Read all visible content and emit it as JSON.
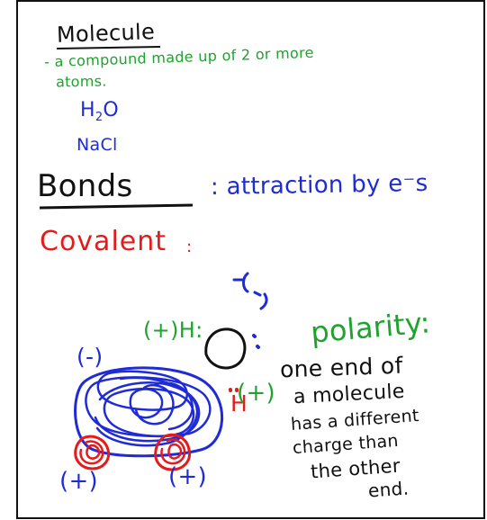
{
  "title": "Molecule",
  "definition": {
    "line1": "- a compound made up of 2 or more",
    "line2": "atoms."
  },
  "examples": {
    "water": "H₂O",
    "salt": "NaCl"
  },
  "bonds": {
    "heading": "Bonds",
    "definition": ": attraction by e⁻s"
  },
  "covalent": {
    "label": "Covalent",
    "colon": ":"
  },
  "diagram": {
    "partial_positive_h": "(+)H:",
    "oxygen_charge": "(-)",
    "cloud_charge": "(-)",
    "hydrogen": "H",
    "hydrogen_charge": "(+)",
    "left_charge": "(+)",
    "right_charge": "(+)"
  },
  "polarity": {
    "heading": "polarity:",
    "lines": [
      "one end of",
      "a molecule",
      "has a different",
      "charge than",
      "the other",
      "end."
    ]
  },
  "colors": {
    "black": "#111111",
    "green": "#1fa22e",
    "blue": "#1f2bd6",
    "red": "#e51b1b"
  }
}
